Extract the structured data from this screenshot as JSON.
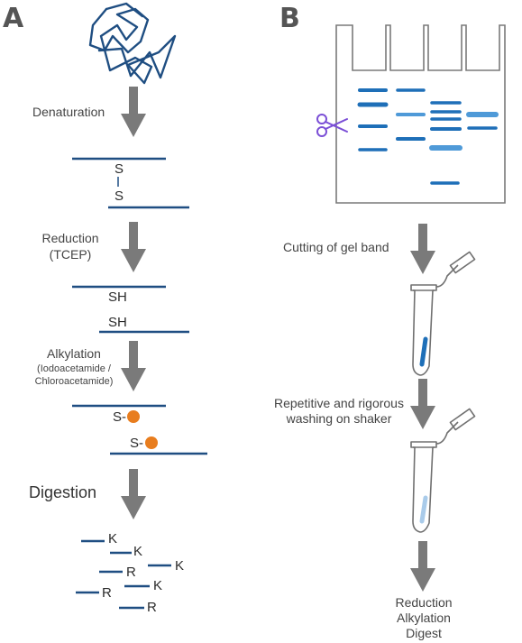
{
  "panels": {
    "a": "A",
    "b": "B"
  },
  "panel_a": {
    "steps": {
      "denaturation": "Denaturation",
      "reduction": "Reduction",
      "reduction_agent": "(TCEP)",
      "alkylation": "Alkylation",
      "alkylation_agent_1": "(Iodoacetamide /",
      "alkylation_agent_2": "Chloroacetamide)",
      "digestion": "Digestion"
    },
    "disulfide": {
      "s_top": "S",
      "s_bottom": "S"
    },
    "reduced": {
      "sh_top": "SH",
      "sh_bottom": "SH"
    },
    "alkylated": {
      "s_top": "S-",
      "s_bottom": "S-"
    },
    "peptides": [
      "K",
      "K",
      "R",
      "K",
      "K",
      "R",
      "R"
    ]
  },
  "panel_b": {
    "steps": {
      "cutting": "Cutting of gel band",
      "washing_1": "Repetitive and rigorous",
      "washing_2": "washing on shaker",
      "final_1": "Reduction",
      "final_2": "Alkylation",
      "final_3": "Digest"
    }
  },
  "colors": {
    "protein_line": "#1f4e82",
    "arrow": "#7a7a7a",
    "alkyl_dot": "#e87d1e",
    "band_dark": "#1e6fb8",
    "band_light": "#4f9ad8",
    "scissors": "#7b4fd6",
    "tube_outline": "#707070"
  }
}
